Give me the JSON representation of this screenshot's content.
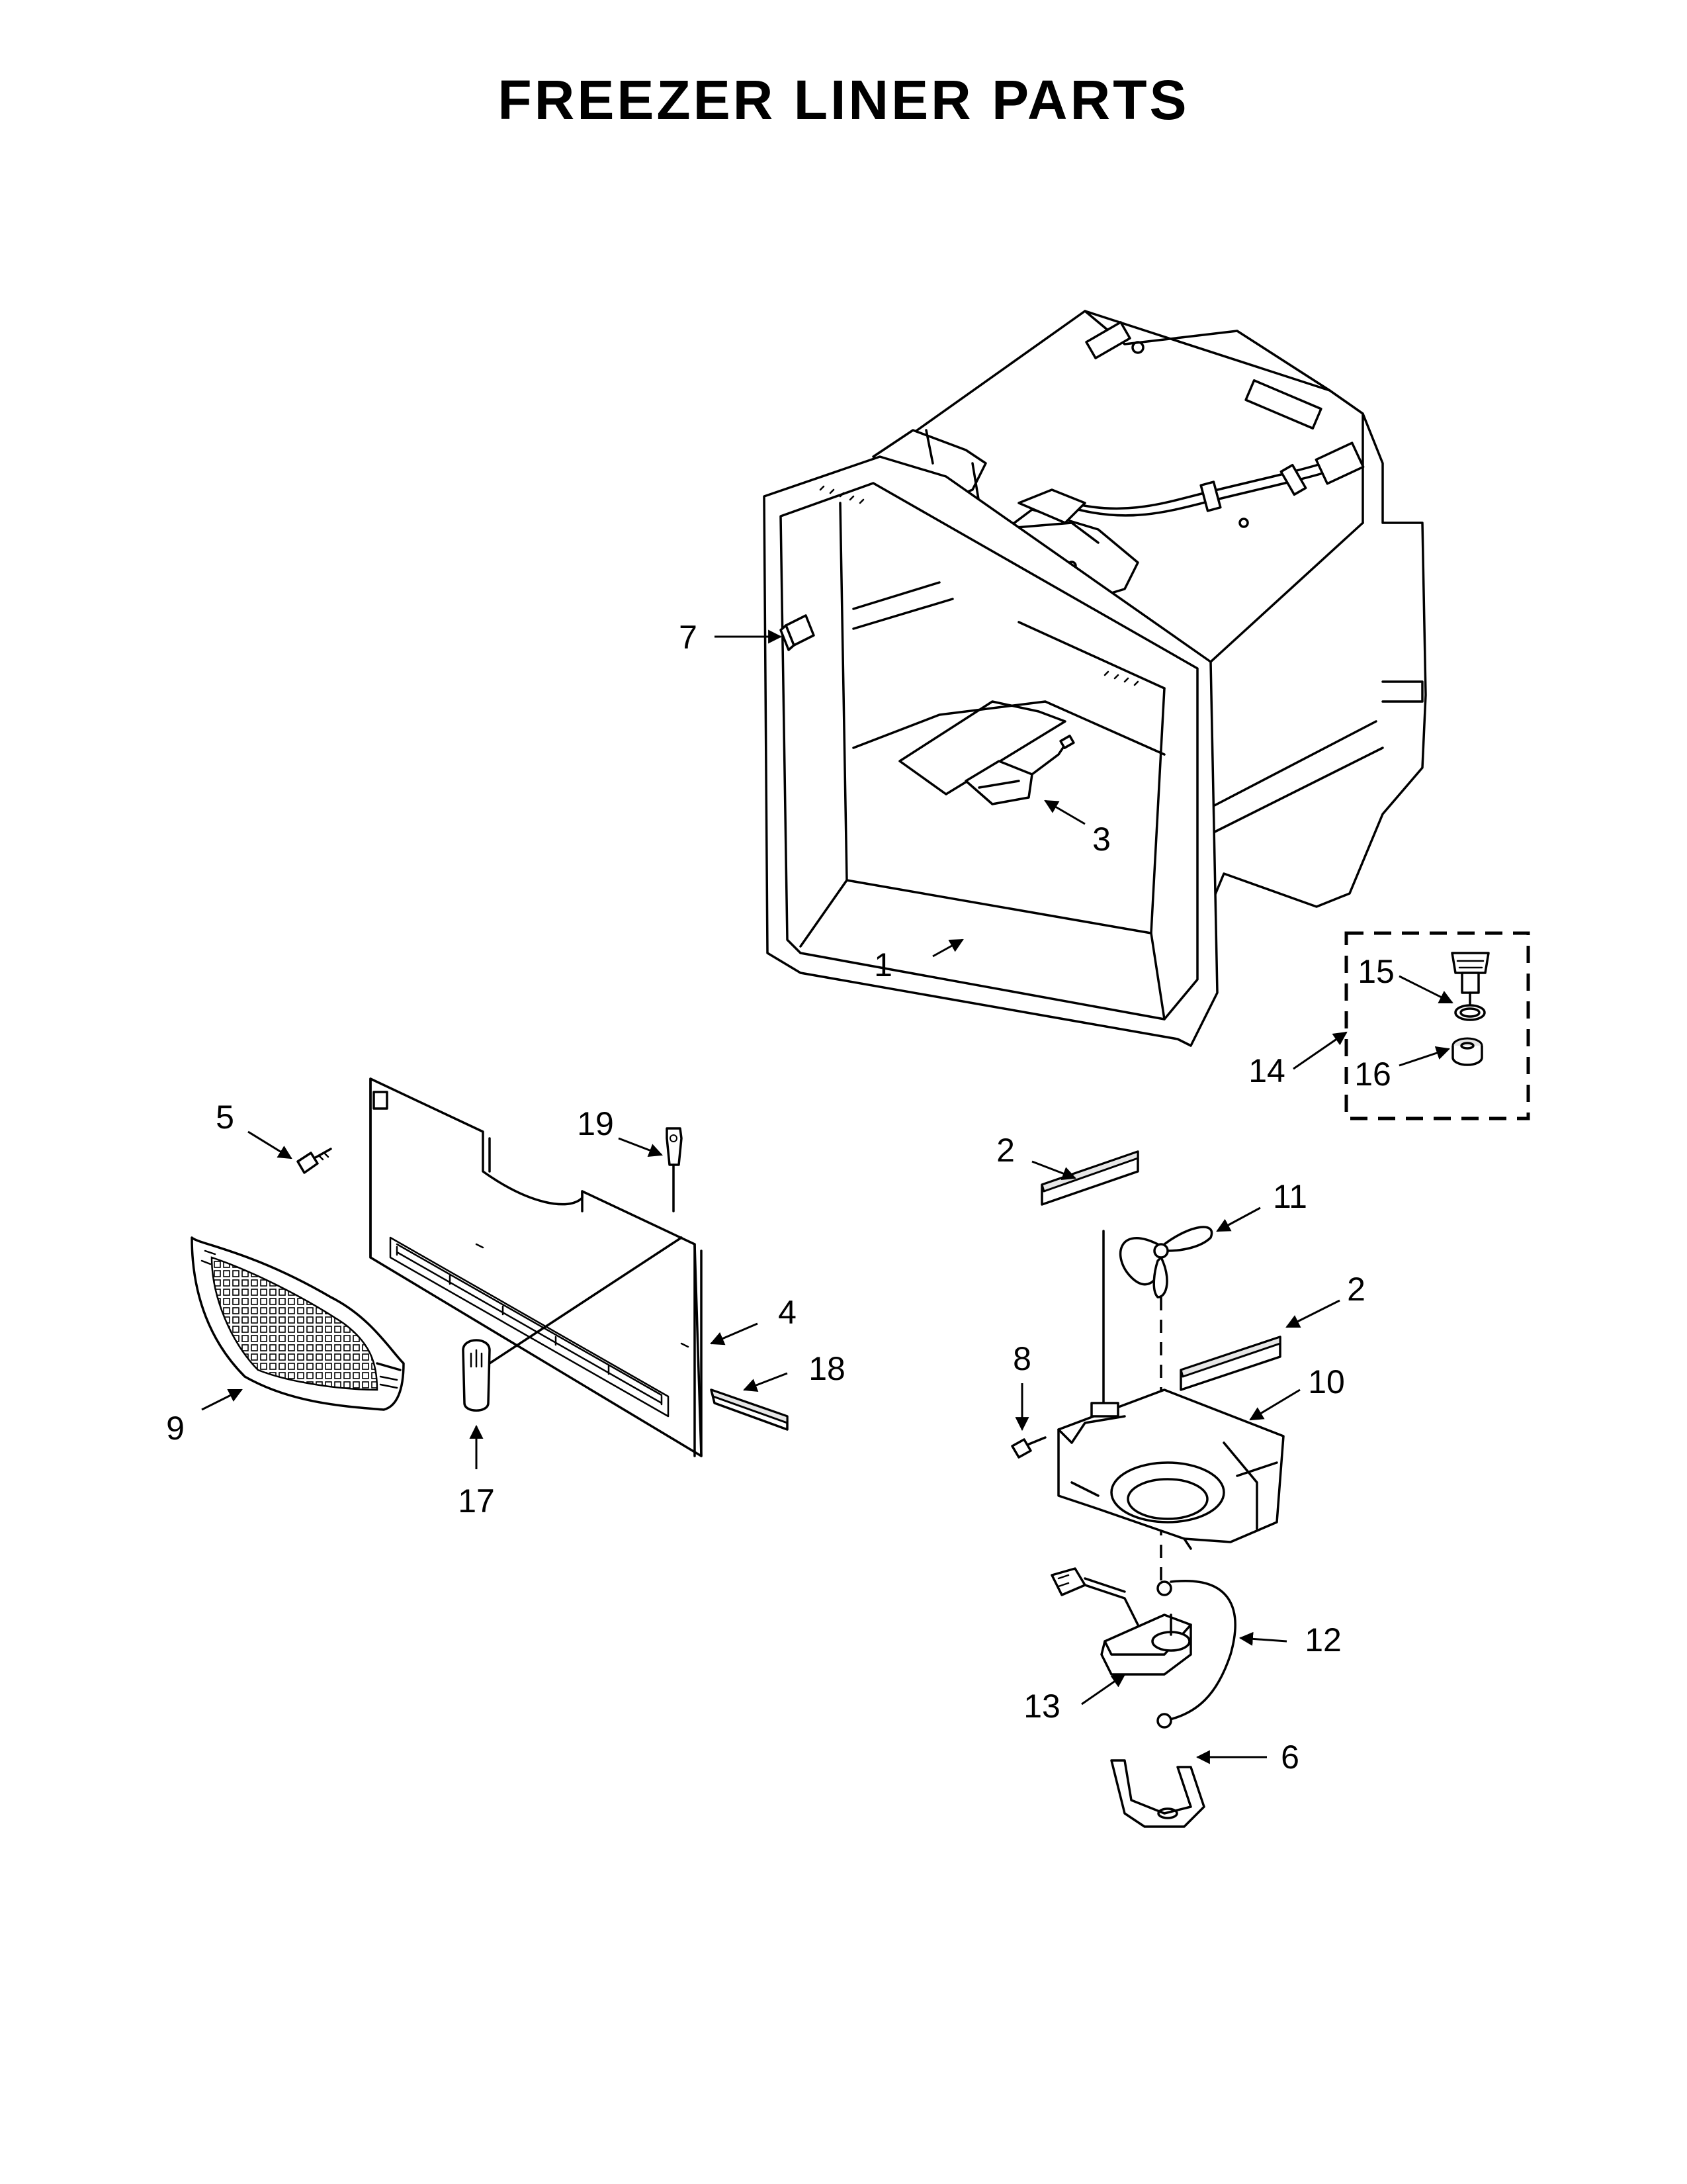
{
  "title": "FREEZER LINER PARTS",
  "labels": {
    "p1": "1",
    "p2a": "2",
    "p2b": "2",
    "p3": "3",
    "p4": "4",
    "p5": "5",
    "p6": "6",
    "p7": "7",
    "p8": "8",
    "p9": "9",
    "p10": "10",
    "p11": "11",
    "p12": "12",
    "p13": "13",
    "p14": "14",
    "p15": "15",
    "p16": "16",
    "p17": "17",
    "p18": "18",
    "p19": "19"
  }
}
